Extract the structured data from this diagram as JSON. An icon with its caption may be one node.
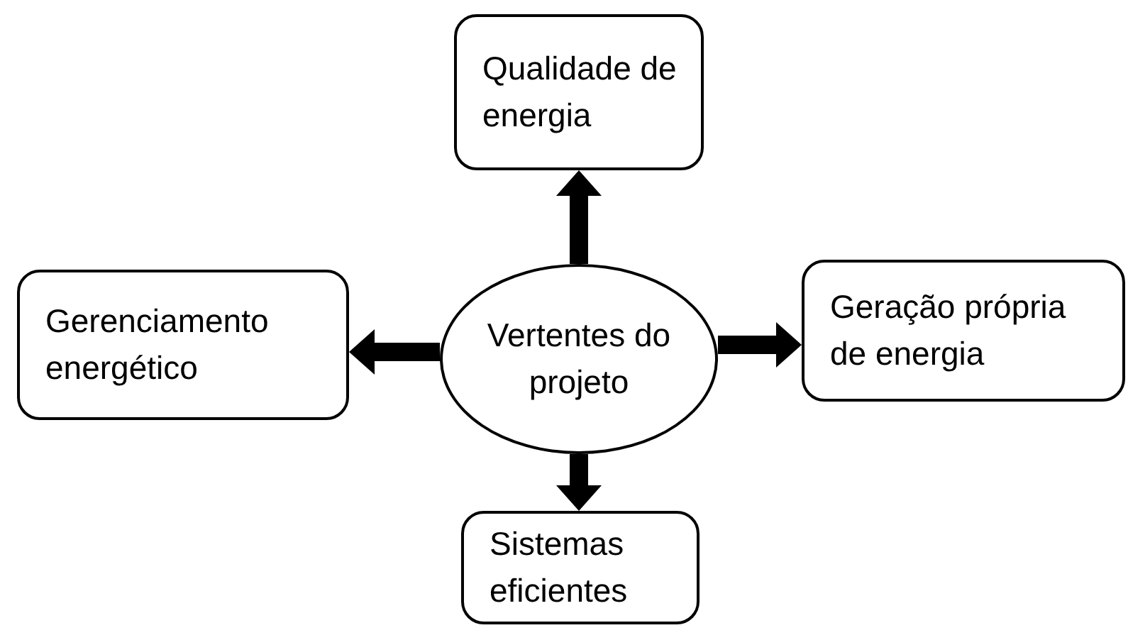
{
  "diagram": {
    "nodes": [
      {
        "text": [
          "Qualidade de energia"
        ]
      },
      {
        "text": [
          "Gerenciamento energético"
        ]
      },
      {
        "text": [
          "Vertentes do projeto"
        ]
      },
      {
        "text": [
          "Geração própria de energia"
        ]
      },
      {
        "text": [
          "Sistemas eficientes"
        ]
      }
    ],
    "edges": [
      {
        "from": 2,
        "to": 0,
        "arrow": "to"
      },
      {
        "from": 2,
        "to": 1,
        "arrow": "to"
      },
      {
        "from": 2,
        "to": 3,
        "arrow": "to"
      },
      {
        "from": 2,
        "to": 4,
        "arrow": "to"
      }
    ]
  }
}
